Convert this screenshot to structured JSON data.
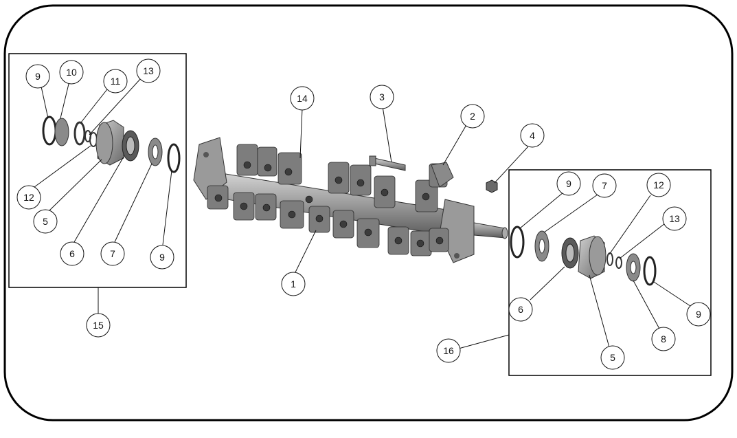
{
  "callouts": {
    "c1": "1",
    "c2": "2",
    "c3": "3",
    "c4": "4",
    "c14": "14",
    "c15": "15",
    "c16": "16",
    "left_9a": "9",
    "left_10": "10",
    "left_11": "11",
    "left_13": "13",
    "left_12": "12",
    "left_5": "5",
    "left_6": "6",
    "left_7": "7",
    "left_9b": "9",
    "right_9a": "9",
    "right_7": "7",
    "right_12": "12",
    "right_13": "13",
    "right_6": "6",
    "right_9b": "9",
    "right_8": "8",
    "right_5": "5"
  },
  "colors": {
    "frame": "#000000",
    "part_fill": "#8c8c8c",
    "part_dark": "#4a4a4a",
    "part_light": "#c4c4c4",
    "leader": "#111111"
  }
}
